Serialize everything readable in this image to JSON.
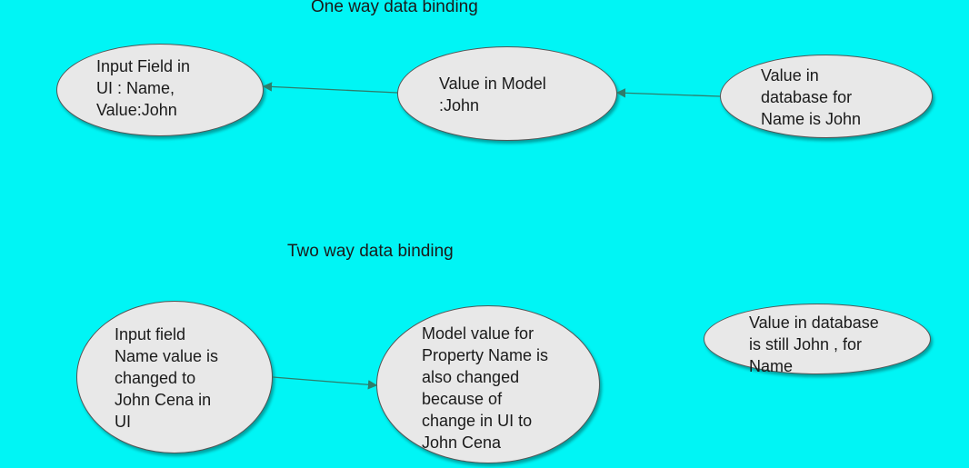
{
  "one_way": {
    "title": "One way data binding",
    "nodes": {
      "ui": "Input Field in\nUI : Name,\nValue:John",
      "model": "Value in Model\n:John",
      "database": "Value in\ndatabase for\nName is  John"
    }
  },
  "two_way": {
    "title": "Two way data binding",
    "nodes": {
      "ui": "Input field\nName value is\nchanged to\nJohn Cena in\nUI",
      "model": "Model value for\nProperty Name is\nalso changed\nbecause of\nchange in UI to\nJohn Cena",
      "database": "Value in database\nis still John , for\nName"
    }
  },
  "colors": {
    "background": "#00f5f5",
    "node_fill": "#e8e8e8",
    "node_stroke": "#555555",
    "arrow": "#2e7d6b"
  }
}
